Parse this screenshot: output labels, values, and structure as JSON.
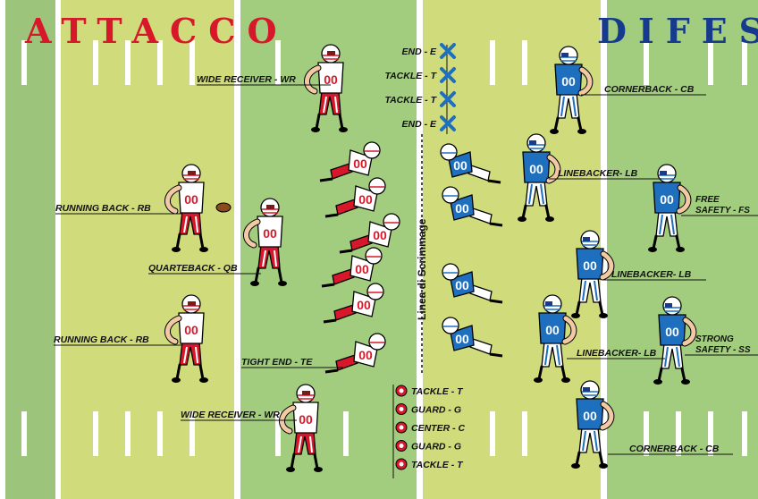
{
  "titles": {
    "offense": "ATTACCO",
    "defense": "DIFESA"
  },
  "scrimmage_label": "Linea di Scrimmage",
  "jersey_number": "00",
  "offense_labels": {
    "wr_top": "WIDE RECEIVER - WR",
    "rb_top": "RUNNING BACK - RB",
    "qb": "QUARTEBACK - QB",
    "rb_bottom": "RUNNING BACK - RB",
    "te": "TIGHT END - TE",
    "wr_bottom": "WIDE RECEIVER - WR"
  },
  "offense_line": [
    {
      "label": "TACKLE - T"
    },
    {
      "label": "GUARD - G"
    },
    {
      "label": "CENTER - C"
    },
    {
      "label": "GUARD - G"
    },
    {
      "label": "TACKLE - T"
    }
  ],
  "defense_line": [
    {
      "label": "END - E"
    },
    {
      "label": "TACKLE - T"
    },
    {
      "label": "TACKLE - T"
    },
    {
      "label": "END - E"
    }
  ],
  "defense_labels": {
    "cb_top": "CORNERBACK - CB",
    "lb_1": "LINEBACKER- LB",
    "fs_line1": "FREE",
    "fs_line2": "SAFETY - FS",
    "lb_2": "LINEBACKER- LB",
    "lb_3": "LINEBACKER- LB",
    "ss_line1": "STRONG",
    "ss_line2": "SAFETY - SS",
    "cb_bottom": "CORNERBACK - CB"
  },
  "colors": {
    "field_dark": "#9cc47a",
    "field_mid": "#a3cd7e",
    "field_light": "#d0dc7c",
    "offense_red": "#d7182a",
    "defense_blue": "#1f6fbf",
    "title_blue": "#173b8c",
    "skin": "#f3c9a3",
    "white": "#ffffff"
  }
}
